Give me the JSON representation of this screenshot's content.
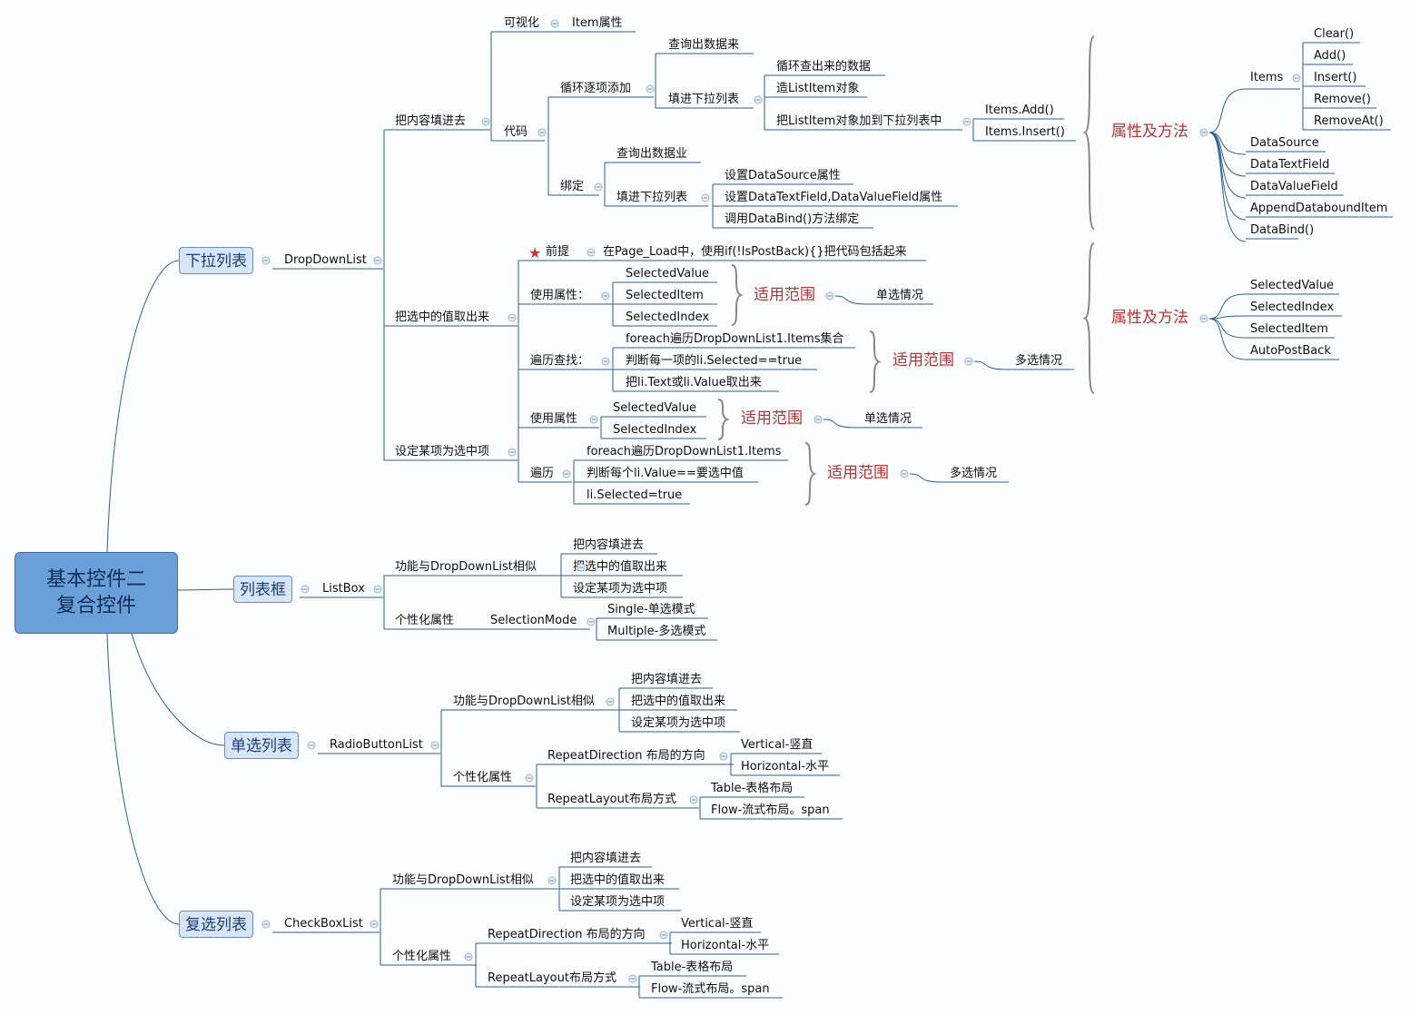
{
  "root": {
    "line1": "基本控件二",
    "line2": "复合控件"
  },
  "dropdown": {
    "label": "下拉列表",
    "control": "DropDownList",
    "fill": {
      "label": "把内容填进去",
      "visual": "可视化",
      "visual_item": "Item属性",
      "code": "代码",
      "loop": "循环逐项添加",
      "loop_query": "查询出数据来",
      "loop_fill": "填进下拉列表",
      "loop_fill_items": [
        "循环查出来的数据",
        "造ListItem对象",
        "把ListItem对象加到下拉列表中"
      ],
      "add_methods": [
        "Items.Add()",
        "Items.Insert()"
      ],
      "bind": "绑定",
      "bind_query": "查询出数据业",
      "bind_fill": "填进下拉列表",
      "bind_fill_items": [
        "设置DataSource属性",
        "设置DataTextField,DataValueField属性",
        "调用DataBind()方法绑定"
      ]
    },
    "get": {
      "label": "把选中的值取出来",
      "premise_label": "前提",
      "premise": "在Page_Load中，使用if(!IsPostBack){}把代码包括起来",
      "use_props": "使用属性：",
      "use_props_items": [
        "SelectedValue",
        "SelectedItem",
        "SelectedIndex"
      ],
      "scope1": "适用范围",
      "scope1_value": "单选情况",
      "traverse": "遍历查找：",
      "traverse_items": [
        "foreach遍历DropDownList1.Items集合",
        "判断每一项的li.Selected==true",
        "把li.Text或li.Value取出来"
      ],
      "scope2": "适用范围",
      "scope2_value": "多选情况"
    },
    "set": {
      "label": "设定某项为选中项",
      "use_props": "使用属性",
      "use_props_items": [
        "SelectedValue",
        "SelectedIndex"
      ],
      "scope1": "适用范围",
      "scope1_value": "单选情况",
      "traverse": "遍历",
      "traverse_items": [
        "foreach遍历DropDownList1.Items",
        "判断每个li.Value==要选中值",
        "li.Selected=true"
      ],
      "scope2": "适用范围",
      "scope2_value": "多选情况"
    },
    "props1": {
      "label": "属性及方法",
      "items_label": "Items",
      "items_methods": [
        "Clear()",
        "Add()",
        "Insert()",
        "Remove()",
        "RemoveAt()"
      ],
      "others": [
        "DataSource",
        "DataTextField",
        "DataValueField",
        "AppendDataboundItem",
        "DataBind()"
      ]
    },
    "props2": {
      "label": "属性及方法",
      "items": [
        "SelectedValue",
        "SelectedIndex",
        "SelectedItem",
        "AutoPostBack"
      ]
    }
  },
  "listbox": {
    "label": "列表框",
    "control": "ListBox",
    "similar": "功能与DropDownList相似",
    "similar_items": [
      "把内容填进去",
      "把选中的值取出来",
      "设定某项为选中项"
    ],
    "personal": "个性化属性",
    "mode": "SelectionMode",
    "mode_items": [
      "Single-单选模式",
      "Multiple-多选模式"
    ]
  },
  "radio": {
    "label": "单选列表",
    "control": "RadioButtonList",
    "similar": "功能与DropDownList相似",
    "similar_items": [
      "把内容填进去",
      "把选中的值取出来",
      "设定某项为选中项"
    ],
    "personal": "个性化属性",
    "direction": "RepeatDirection 布局的方向",
    "direction_items": [
      "Vertical-竖直",
      "Horizontal-水平"
    ],
    "layout": "RepeatLayout布局方式",
    "layout_items": [
      "Table-表格布局",
      "Flow-流式布局。span"
    ]
  },
  "check": {
    "label": "复选列表",
    "control": "CheckBoxList",
    "similar": "功能与DropDownList相似",
    "similar_items": [
      "把内容填进去",
      "把选中的值取出来",
      "设定某项为选中项"
    ],
    "personal": "个性化属性",
    "direction": "RepeatDirection 布局的方向",
    "direction_items": [
      "Vertical-竖直",
      "Horizontal-水平"
    ],
    "layout": "RepeatLayout布局方式",
    "layout_items": [
      "Table-表格布局",
      "Flow-流式布局。span"
    ]
  },
  "colors": {
    "line": "#2f5f93",
    "accent": "#c03030",
    "box": "#d6e6f8",
    "root": "#6a9fd8"
  }
}
